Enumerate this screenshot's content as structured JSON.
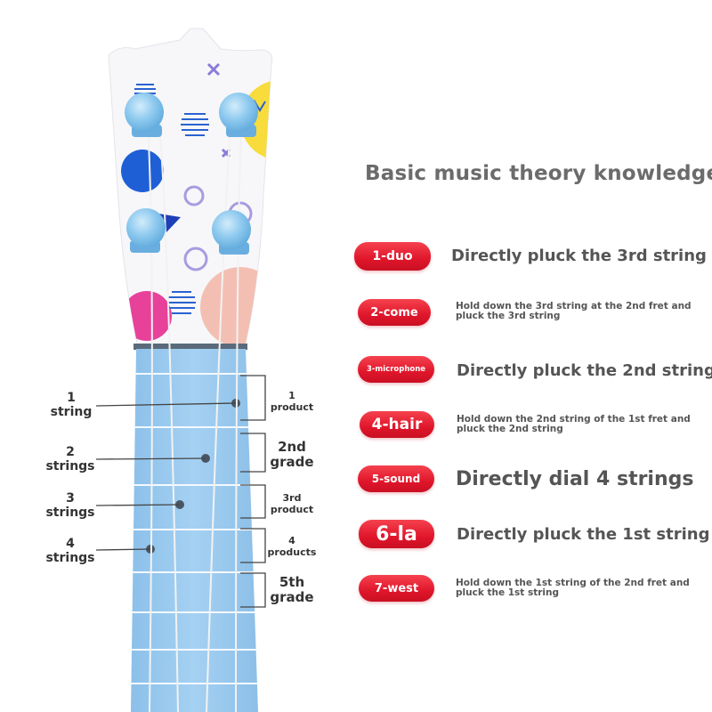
{
  "title": "Basic music theory knowledge",
  "notes": [
    {
      "label": "1-duo",
      "description": "Directly pluck the 3rd string"
    },
    {
      "label": "2-come",
      "description": "Hold down the 3rd string at the 2nd fret and pluck the 3rd string"
    },
    {
      "label": "3-microphone",
      "description": "Directly pluck the 2nd string"
    },
    {
      "label": "4-hair",
      "description": "Hold down the 2nd string of the 1st fret and pluck the 2nd string"
    },
    {
      "label": "5-sound",
      "description": "Directly dial 4 strings"
    },
    {
      "label": "6-la",
      "description": "Directly pluck the 1st string"
    },
    {
      "label": "7-west",
      "description": "Hold down the 1st string of the 2nd fret and pluck the 1st string"
    }
  ],
  "string_labels": [
    {
      "num": "1",
      "word": "string"
    },
    {
      "num": "2",
      "word": "strings"
    },
    {
      "num": "3",
      "word": "strings"
    },
    {
      "num": "4",
      "word": "strings"
    }
  ],
  "fret_labels": [
    {
      "num": "1",
      "word": "product"
    },
    {
      "num": "2nd",
      "word": "grade"
    },
    {
      "num": "3rd",
      "word": "product"
    },
    {
      "num": "4",
      "word": "products"
    },
    {
      "num": "5th",
      "word": "grade"
    }
  ],
  "colors": {
    "pill": "#e0162b",
    "neck": "#9ccbef",
    "headstock": "#f7f7f9",
    "peg": "#8cc8ee",
    "text": "#555555"
  }
}
